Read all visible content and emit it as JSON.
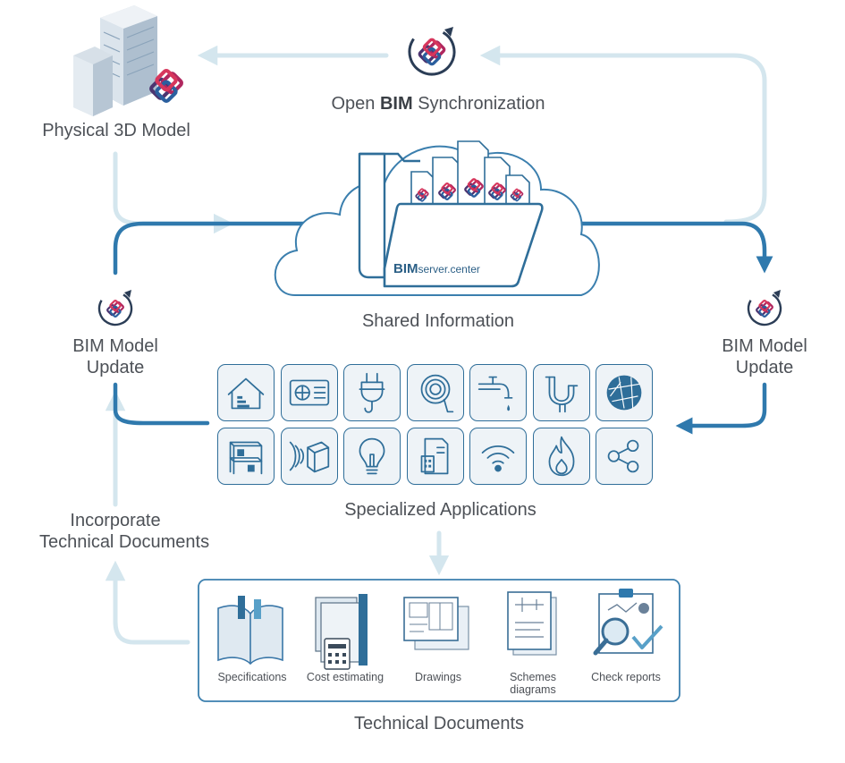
{
  "nodes": {
    "physical_model": "Physical 3D Model",
    "sync_pre": "Open",
    "sync_bold": "BIM",
    "sync_post": "Synchronization",
    "shared": "Shared Information",
    "bim_update_left_1": "BIM Model",
    "bim_update_left_2": "Update",
    "bim_update_right_1": "BIM Model",
    "bim_update_right_2": "Update",
    "specialized": "Specialized Applications",
    "incorporate_1": "Incorporate",
    "incorporate_2": "Technical Documents",
    "technical_docs": "Technical Documents"
  },
  "cloud_brand": {
    "bold": "BIM",
    "rest": "server.center"
  },
  "applications": [
    "house-energy-icon",
    "air-conditioner-icon",
    "plug-icon",
    "hose-icon",
    "faucet-icon",
    "pipe-icon",
    "map-icon",
    "structure-icon",
    "acoustics-icon",
    "light-bulb-icon",
    "building-plan-icon",
    "wifi-icon",
    "fire-icon",
    "share-icon"
  ],
  "documents": [
    {
      "icon": "book-icon",
      "label": "Specifications"
    },
    {
      "icon": "calculator-icon",
      "label": "Cost estimating"
    },
    {
      "icon": "drawing-icon",
      "label": "Drawings"
    },
    {
      "icon": "scheme-icon",
      "label": "Schemes\ndiagrams"
    },
    {
      "icon": "check-report-icon",
      "label": "Check reports"
    }
  ],
  "colors": {
    "dark_arrow": "#2f79ad",
    "light_arrow": "#d4e6ee",
    "ifc_purple": "#4c3470",
    "ifc_magenta": "#b0275f"
  }
}
